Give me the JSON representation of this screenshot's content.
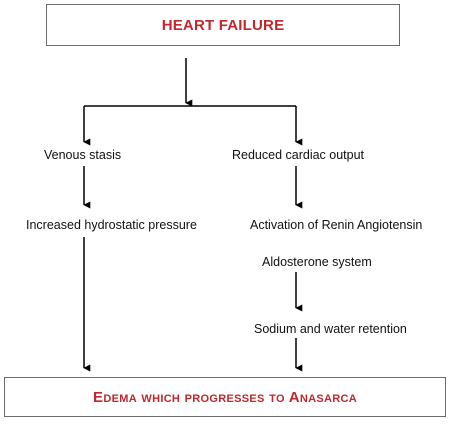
{
  "diagram": {
    "top_box": {
      "text": "HEART FAILURE"
    },
    "left_branch": {
      "step1": "Venous stasis",
      "step2": "Increased hydrostatic pressure"
    },
    "right_branch": {
      "step1": "Reduced cardiac output",
      "step2": "Activation of Renin Angiotensin",
      "step3": "Aldosterone system",
      "step4": "Sodium and water retention"
    },
    "bottom_box": {
      "text": "Edema which progresses to Anasarca"
    },
    "colors": {
      "title": "#c0282e",
      "line": "#000000",
      "border": "#6b6b6b"
    }
  }
}
